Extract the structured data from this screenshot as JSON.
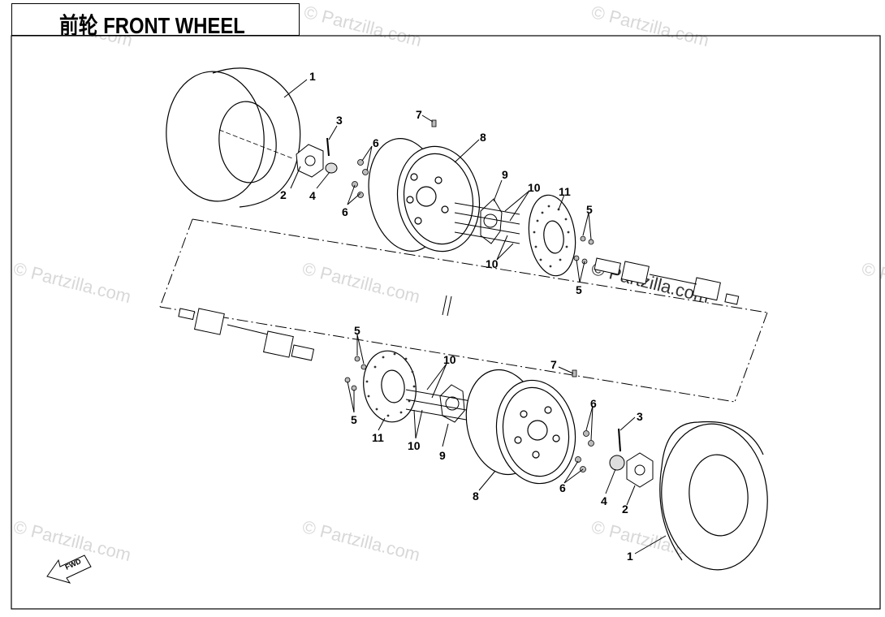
{
  "title": "前轮 FRONT WHEEL",
  "watermark": "© Partzilla.com",
  "fwd_label": "FWD",
  "callouts": {
    "c1a": "1",
    "c1b": "1",
    "c2a": "2",
    "c2b": "2",
    "c3a": "3",
    "c3b": "3",
    "c4a": "4",
    "c4b": "4",
    "c5a": "5",
    "c5b": "5",
    "c5c": "5",
    "c5d": "5",
    "c6a": "6",
    "c6b": "6",
    "c6c": "6",
    "c6d": "6",
    "c7a": "7",
    "c7b": "7",
    "c8a": "8",
    "c8b": "8",
    "c9a": "9",
    "c9b": "9",
    "c10a": "10",
    "c10b": "10",
    "c10c": "10",
    "c10d": "10",
    "c11a": "11",
    "c11b": "11"
  }
}
